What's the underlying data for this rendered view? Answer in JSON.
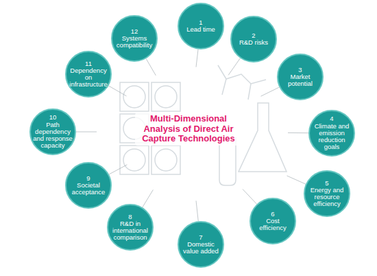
{
  "diagram": {
    "title": "Multi-Dimensional Analysis of Direct Air Capture Technologies",
    "nodes": [
      {
        "text": [
          "1",
          "Lead time"
        ]
      },
      {
        "text": [
          "2",
          "R&D risks"
        ]
      },
      {
        "text": [
          "3",
          "Market potential"
        ]
      },
      {
        "text": [
          "4",
          "Climate and emission reduction goals"
        ]
      },
      {
        "text": [
          "5",
          "Energy and resource efficiency"
        ]
      },
      {
        "text": [
          "6",
          "Cost efficiency"
        ]
      },
      {
        "text": [
          "7",
          "Domestic value added"
        ]
      },
      {
        "text": [
          "8",
          "R&D in international comparison"
        ]
      },
      {
        "text": [
          "9",
          "Societal acceptance"
        ]
      },
      {
        "text": [
          "10",
          "Path dependency and response capacity"
        ]
      },
      {
        "text": [
          "11",
          "Dependency on infrastructure"
        ]
      },
      {
        "text": [
          "12",
          "Systems compatibility"
        ]
      }
    ]
  }
}
